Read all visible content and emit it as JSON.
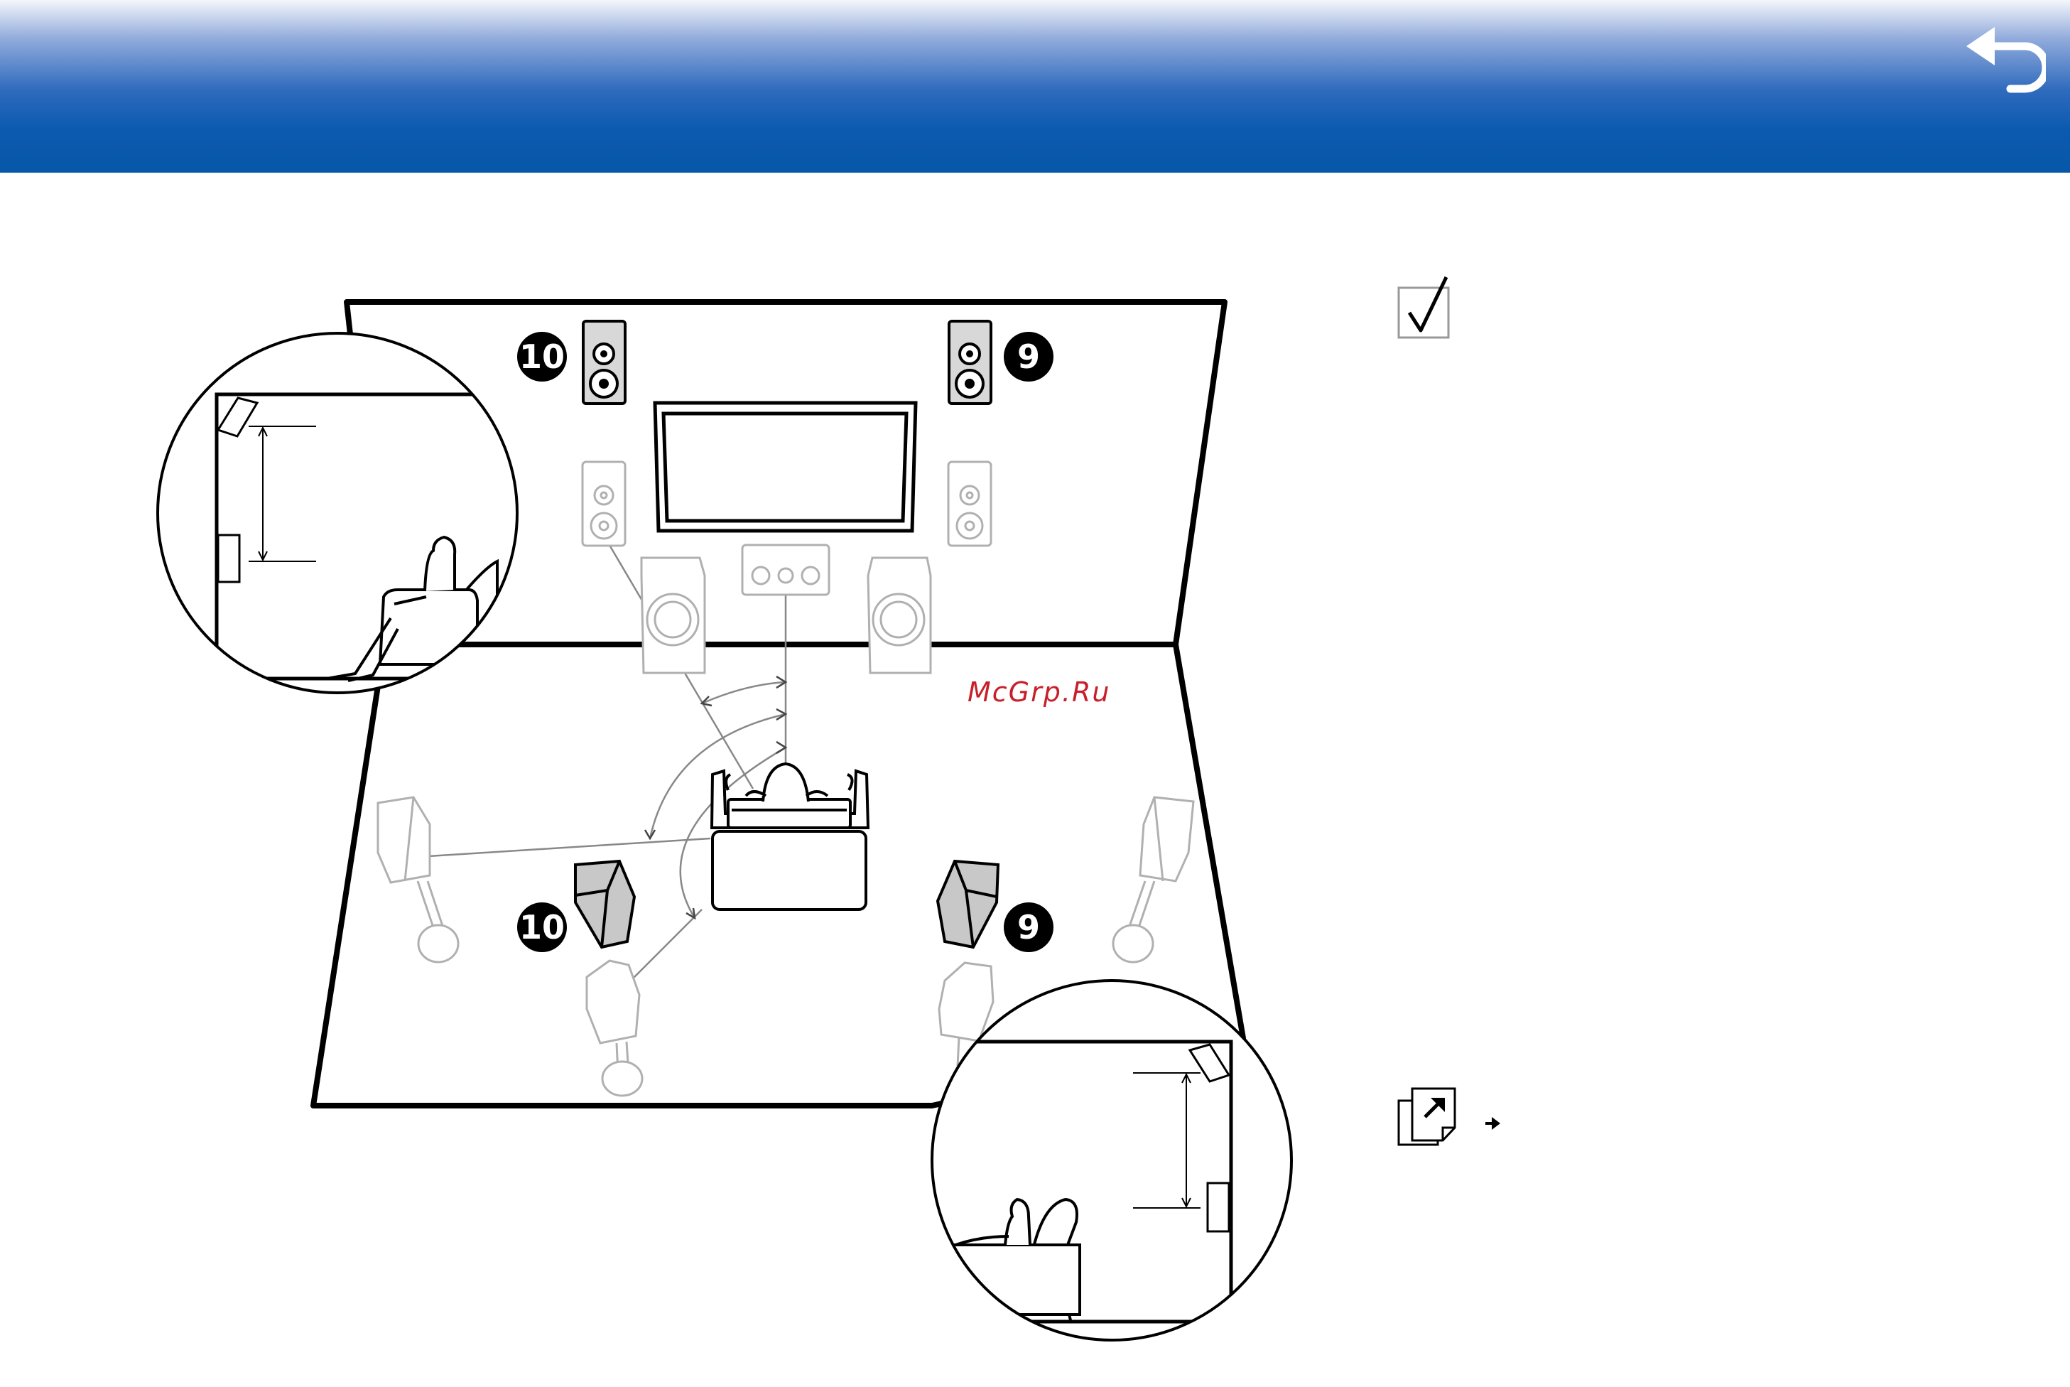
{
  "header": {
    "back_icon": "back-arrow-icon",
    "gradient_top": "#f4f6fb",
    "gradient_bottom": "#0757a8"
  },
  "diagram": {
    "front_high_left_badge": "10",
    "front_high_right_badge": "9",
    "rear_high_left_badge": "10",
    "rear_high_right_badge": "9",
    "badge_color": "#000000",
    "grey_speaker_color": "#bbbbbb"
  },
  "watermark": {
    "text": "McGrp.Ru",
    "color": "#c8202a"
  },
  "sidebar": {
    "check_icon": "checkbox-checked-icon",
    "reference_icon": "page-reference-icon",
    "reference_arrow": "arrow-right-icon"
  }
}
